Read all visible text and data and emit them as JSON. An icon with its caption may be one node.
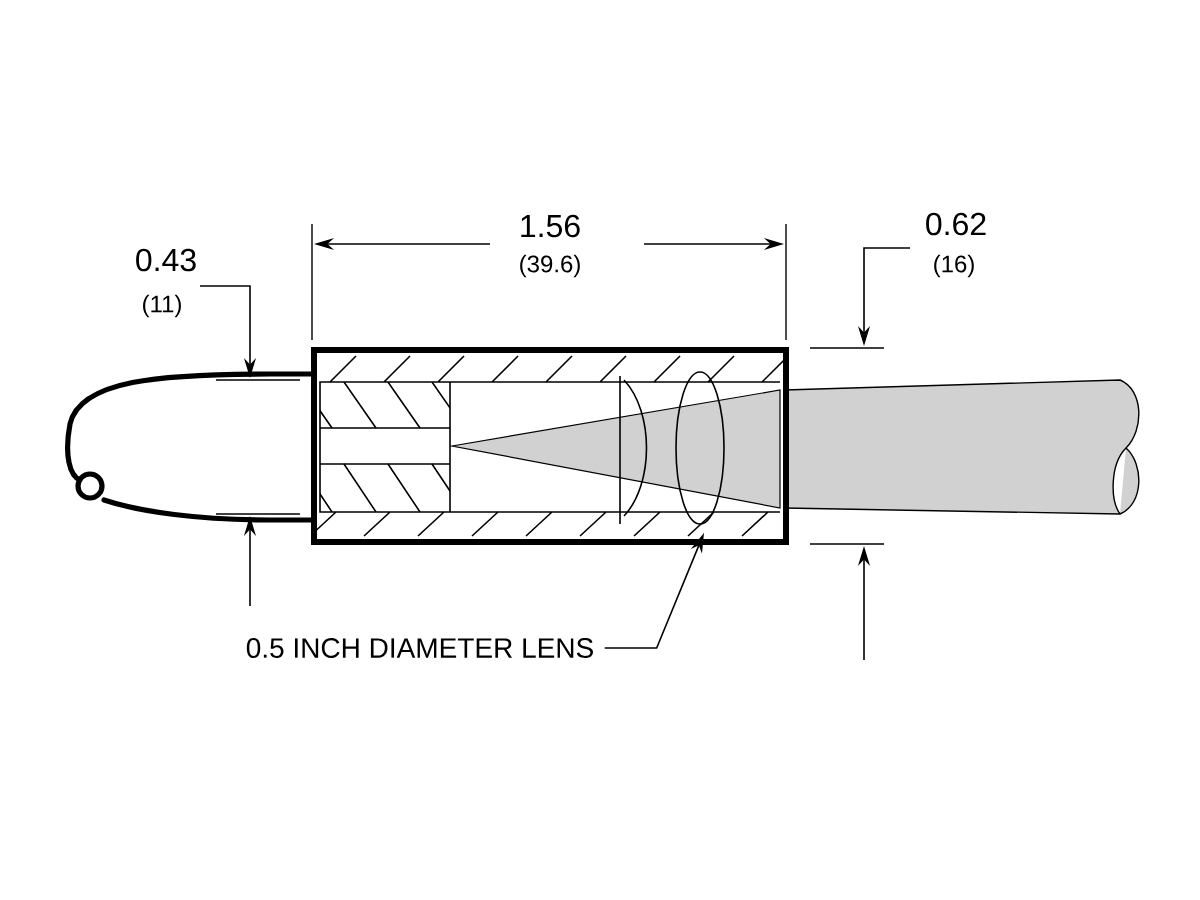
{
  "diagram": {
    "nodes": [
      {
        "text": [
          "0.5 INCH DIAMETER LENS"
        ]
      },
      {
        "text": [],
        "shape": "lens"
      }
    ],
    "edges": [
      {
        "from": 0,
        "to": 1,
        "arrow": "to"
      }
    ],
    "labels": [
      "1.56",
      "(39.6)",
      "0.62",
      "(16)",
      "0.43",
      "(11)"
    ]
  }
}
